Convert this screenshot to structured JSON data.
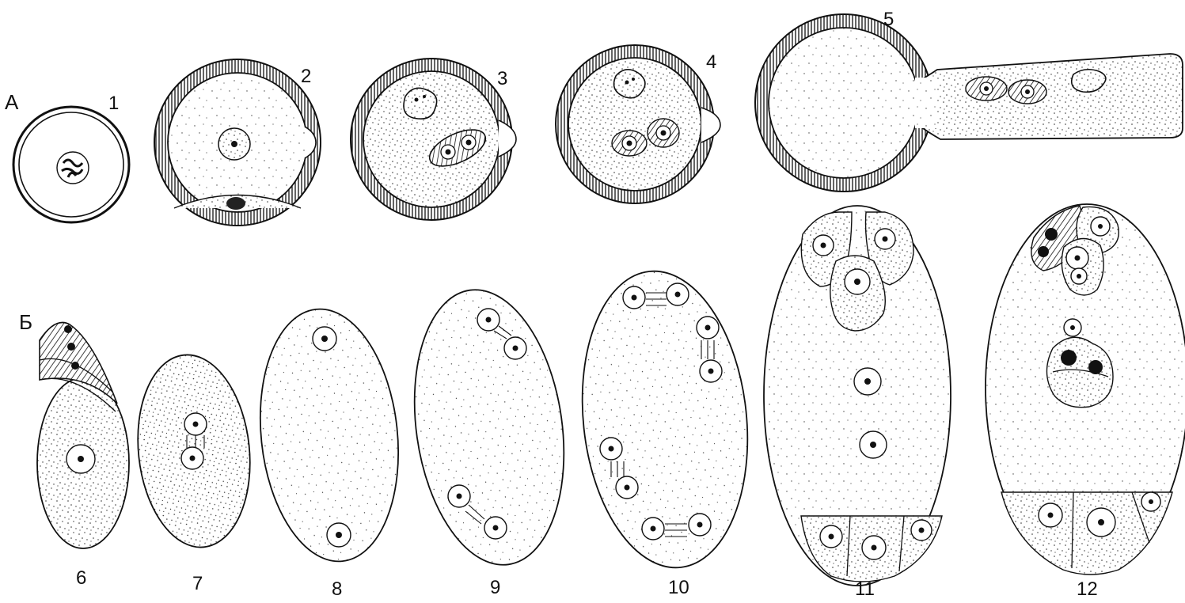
{
  "sections": {
    "a": "А",
    "b": "Б"
  },
  "stages": {
    "s1": "1",
    "s2": "2",
    "s3": "3",
    "s4": "4",
    "s5": "5",
    "s6": "6",
    "s7": "7",
    "s8": "8",
    "s9": "9",
    "s10": "10",
    "s11": "11",
    "s12": "12"
  }
}
